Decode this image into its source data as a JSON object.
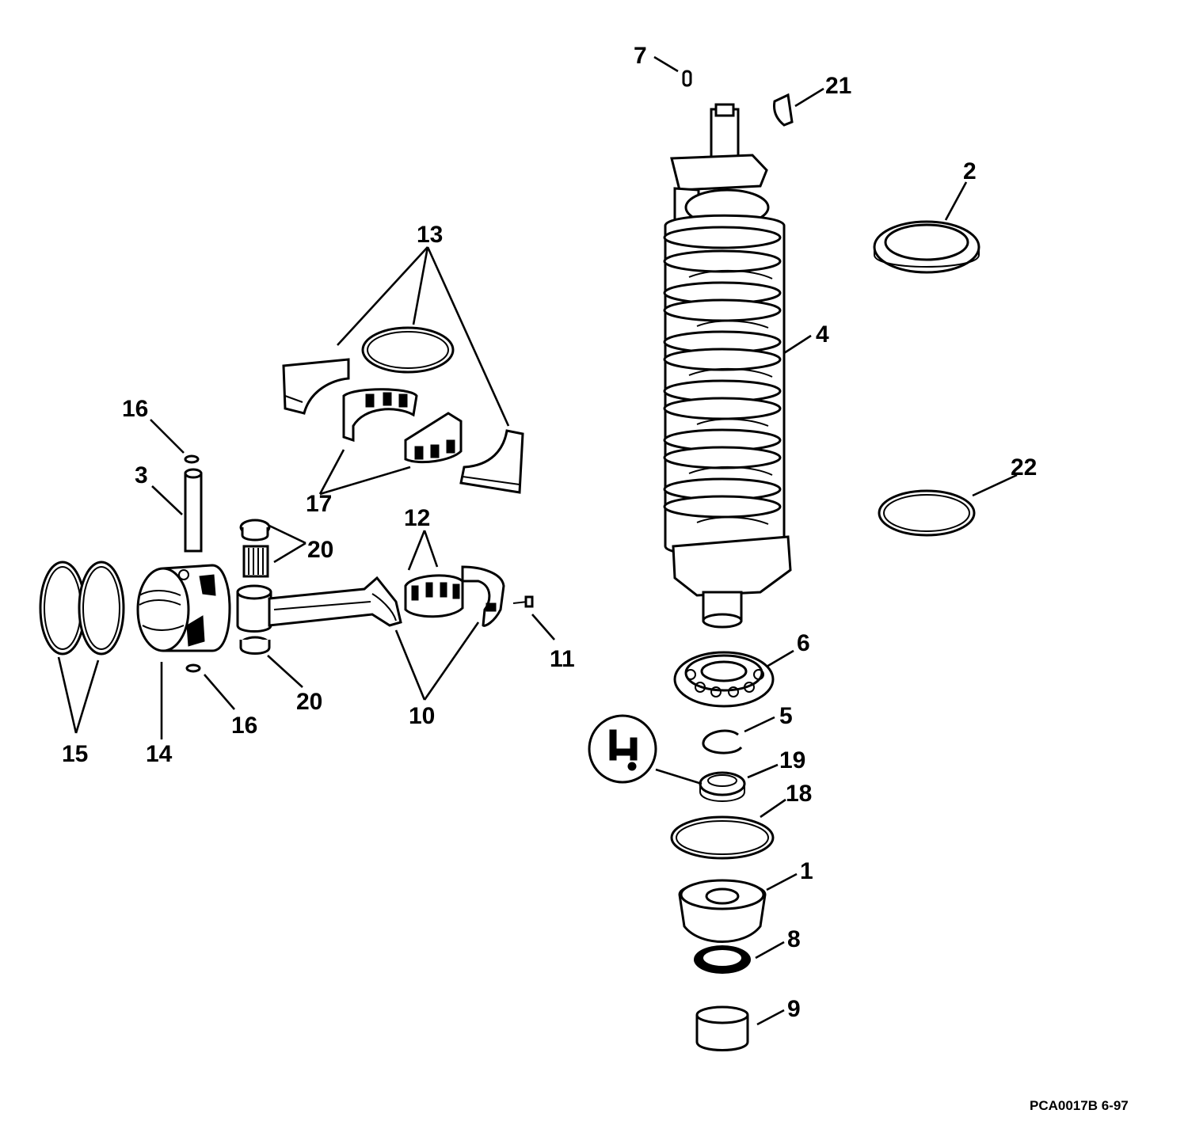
{
  "callouts": {
    "n1": "1",
    "n2": "2",
    "n3": "3",
    "n4": "4",
    "n5": "5",
    "n6": "6",
    "n7": "7",
    "n8": "8",
    "n9": "9",
    "n10": "10",
    "n11": "11",
    "n12": "12",
    "n13": "13",
    "n14": "14",
    "n15": "15",
    "n16a": "16",
    "n16b": "16",
    "n17": "17",
    "n18": "18",
    "n19": "19",
    "n20a": "20",
    "n20b": "20",
    "n21": "21",
    "n22": "22"
  },
  "figure_code": "PCA0017B  6-97"
}
